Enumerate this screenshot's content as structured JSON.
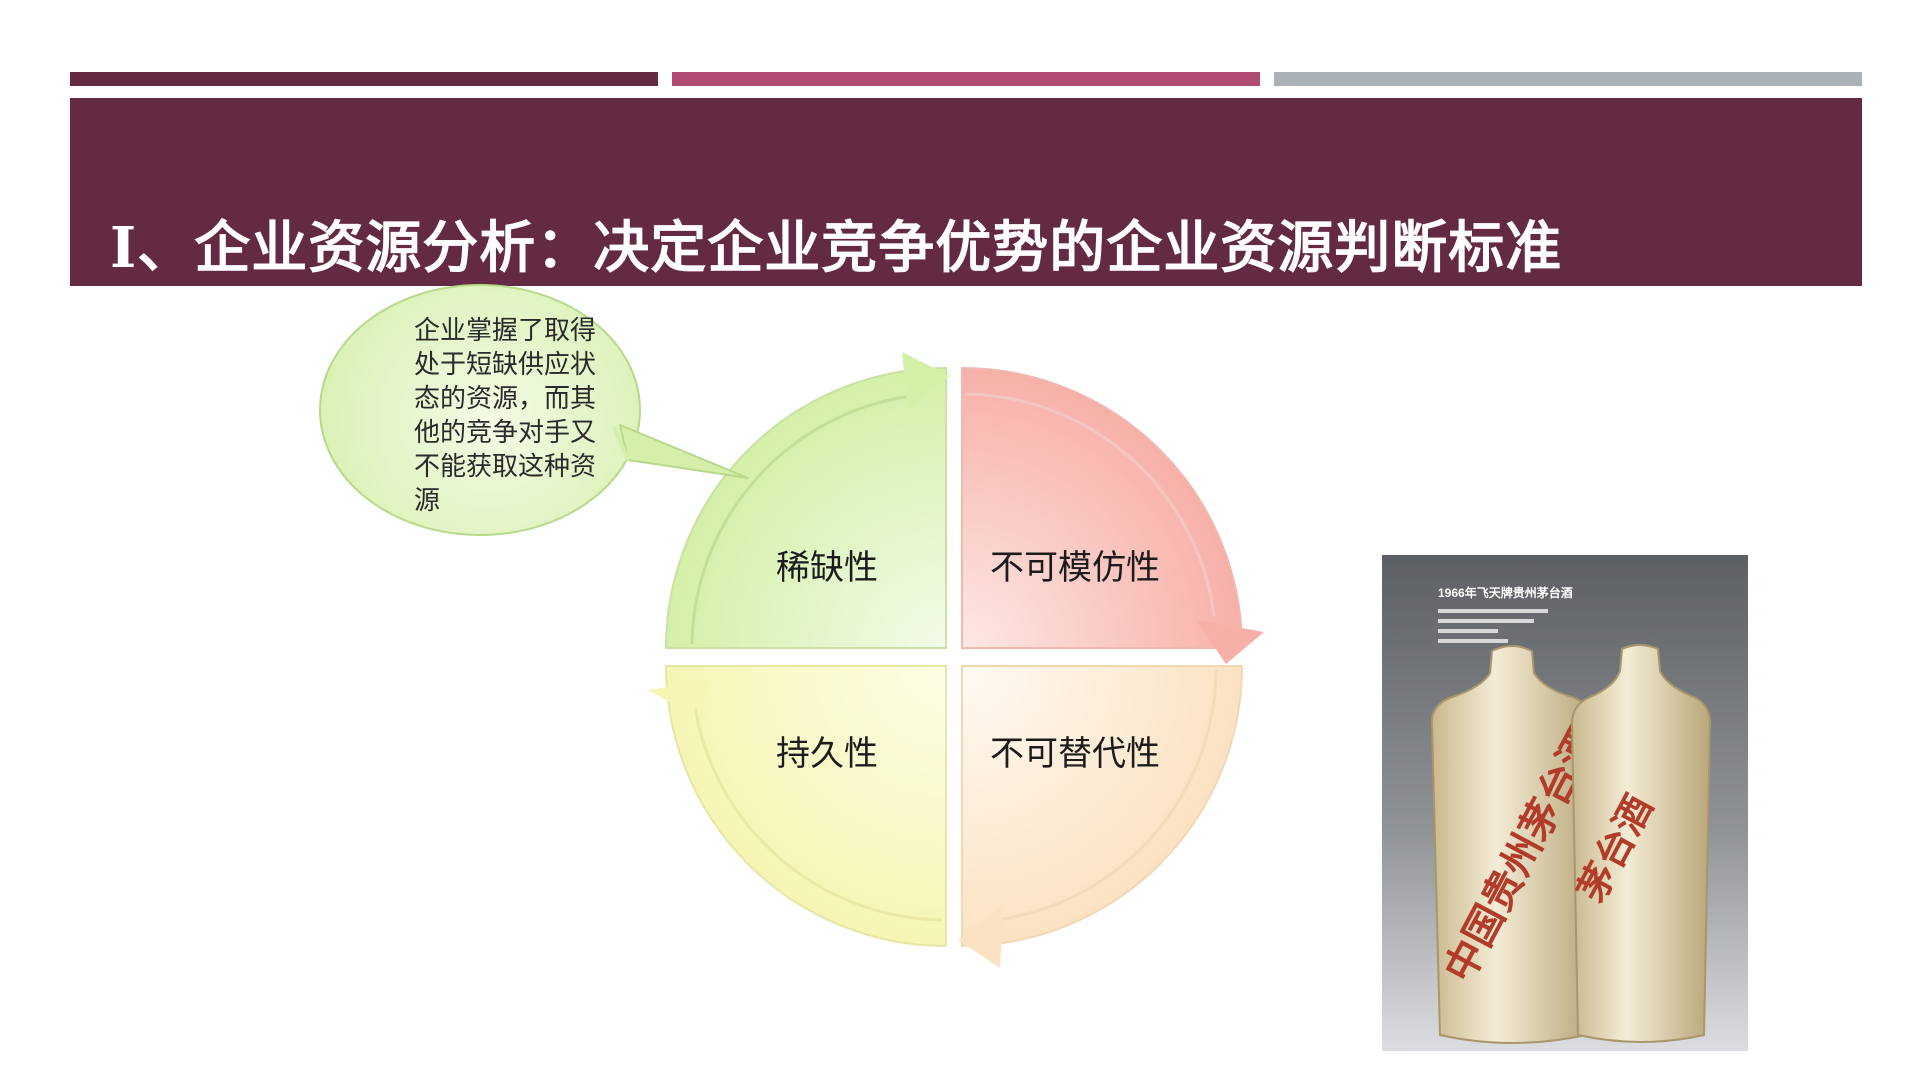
{
  "slide": {
    "title": "Ⅰ、企业资源分析：决定企业竞争优势的企业资源判断标准"
  },
  "colors": {
    "banner": "#652a43",
    "bar_1": "#652a43",
    "bar_2": "#b04b76",
    "bar_3": "#aab2b8",
    "quadrant_top_left": "#d3f0a8",
    "quadrant_top_right": "#f7b0a8",
    "quadrant_bottom_left": "#f6f5b4",
    "quadrant_bottom_right": "#fbe2c3"
  },
  "cycle": {
    "quadrants": {
      "top_left": "稀缺性",
      "top_right": "不可模仿性",
      "bottom_left": "持久性",
      "bottom_right": "不可替代性"
    }
  },
  "callout": {
    "text": "企业掌握了取得处于短缺供应状态的资源，而其他的竞争对手又不能获取这种资源"
  },
  "photo": {
    "heading": "1966年飞天牌贵州茅台酒",
    "bottle_label_left": "中国贵州茅台酒",
    "bottle_label_right": "茅台酒"
  }
}
